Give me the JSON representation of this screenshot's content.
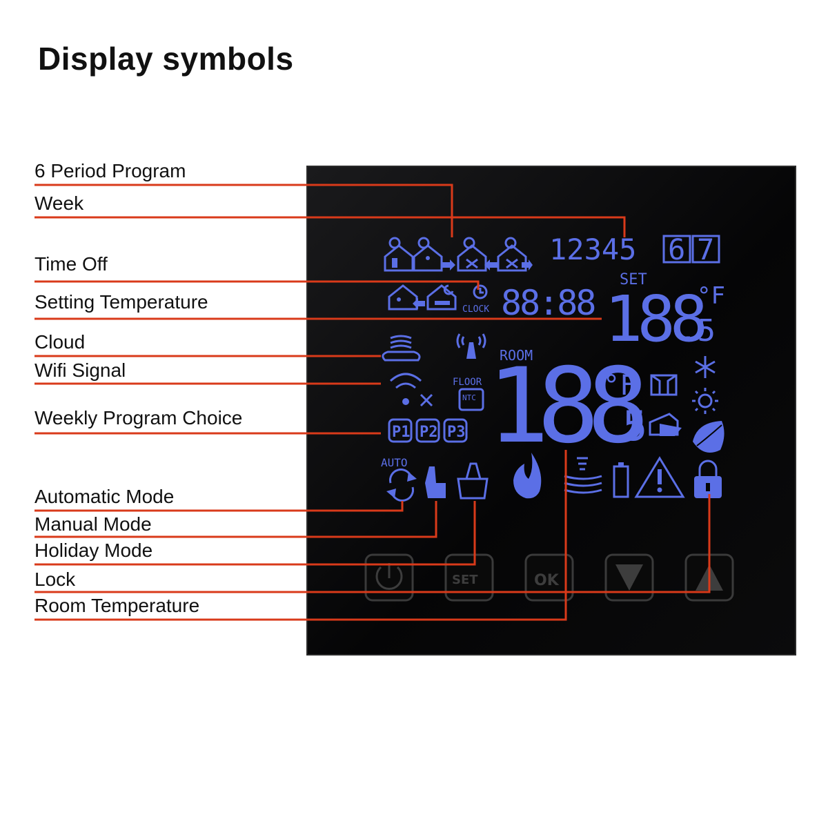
{
  "title": "Display symbols",
  "labels": {
    "period_program": "6 Period Program",
    "week": "Week",
    "time_off": "Time Off",
    "setting_temperature": "Setting Temperature",
    "cloud": "Cloud",
    "wifi_signal": "Wifi Signal",
    "weekly_program_choice": "Weekly Program Choice",
    "automatic_mode": "Automatic Mode",
    "manual_mode": "Manual Mode",
    "holiday_mode": "Holiday Mode",
    "lock": "Lock",
    "room_temperature": "Room Temperature"
  },
  "display": {
    "week_days": "12345",
    "week_day_6": "6",
    "week_day_7": "7",
    "set_label": "SET",
    "unit_f": "°F",
    "set_temp_digits": "188",
    "set_temp_decimal": ".5",
    "clock_label": "CLOCK",
    "clock_digits": "88:88",
    "room_label": "ROOM",
    "room_temp_digits": "188",
    "room_temp_decimal": ".5",
    "floor_label": "FLOOR",
    "ntc_label": "NTC",
    "auto_label": "AUTO",
    "p1": "P1",
    "p2": "P2",
    "p3": "P3"
  },
  "buttons": {
    "set": "SET",
    "ok": "OK"
  },
  "colors": {
    "lcd": "#5b6fe6",
    "leader": "#d93a1a",
    "panel": "#050506"
  }
}
